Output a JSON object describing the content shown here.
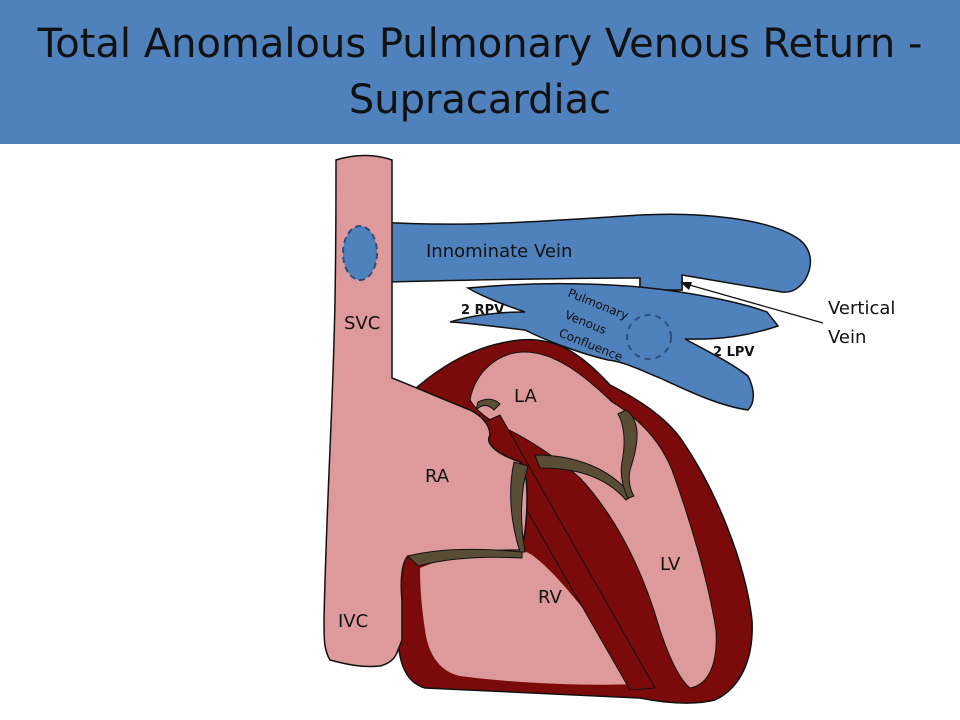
{
  "slide": {
    "title": "Total Anomalous Pulmonary Venous Return - Supracardiac"
  },
  "labels": {
    "svc": "SVC",
    "ivc": "IVC",
    "ra": "RA",
    "la": "LA",
    "rv": "RV",
    "lv": "LV",
    "innominate_vein": "Innominate Vein",
    "rpv": "2 RPV",
    "lpv": "2 LPV",
    "confluence_line1": "Pulmonary",
    "confluence_line2": "Venous",
    "confluence_line3": "Confluence",
    "vertical_vein_line1": "Vertical",
    "vertical_vein_line2": "Vein"
  },
  "colors": {
    "title_bar": "#4f81bd",
    "vein_blue": "#4f81bd",
    "tissue_pink": "#de9a9a",
    "myocardium": "#7b0a0a",
    "valve": "#5a4d36",
    "outline": "#111111"
  }
}
